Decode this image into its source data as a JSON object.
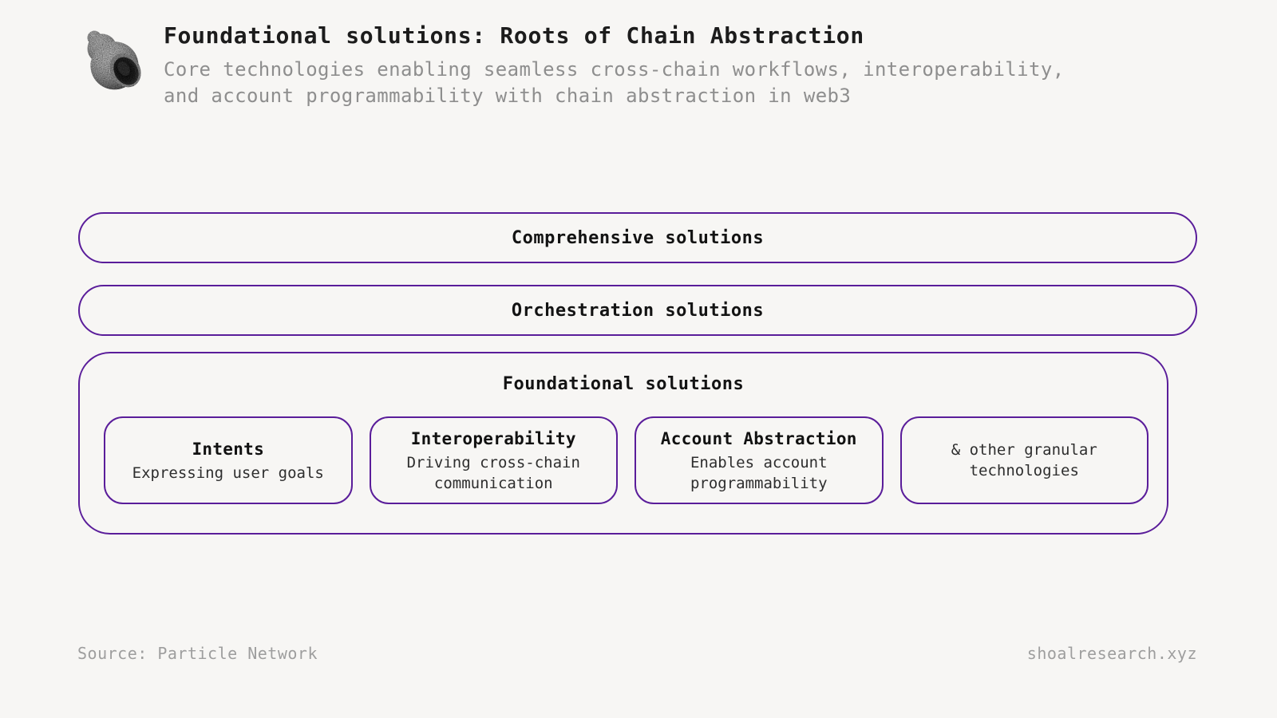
{
  "colors": {
    "background": "#f7f6f4",
    "accent_border": "#5a1d9a",
    "title_text": "#1c1c1c",
    "muted_text": "#8e8e8e",
    "footer_text": "#9e9e9e"
  },
  "header": {
    "logo_icon": "snail-shell-icon",
    "title": "Foundational solutions: Roots of Chain Abstraction",
    "subtitle_line1": "Core technologies enabling seamless cross-chain workflows, interoperability,",
    "subtitle_line2": "and account programmability with chain abstraction in web3"
  },
  "diagram": {
    "layers": [
      {
        "label": "Comprehensive solutions"
      },
      {
        "label": "Orchestration solutions"
      },
      {
        "label": "Foundational solutions"
      }
    ],
    "foundational_items": [
      {
        "title": "Intents",
        "description": "Expressing user goals"
      },
      {
        "title": "Interoperability",
        "description": "Driving cross-chain communication"
      },
      {
        "title": "Account Abstraction",
        "description": "Enables account programmability"
      },
      {
        "title": "",
        "description": "& other granular technologies"
      }
    ]
  },
  "footer": {
    "source": "Source: Particle Network",
    "site": "shoalresearch.xyz"
  }
}
